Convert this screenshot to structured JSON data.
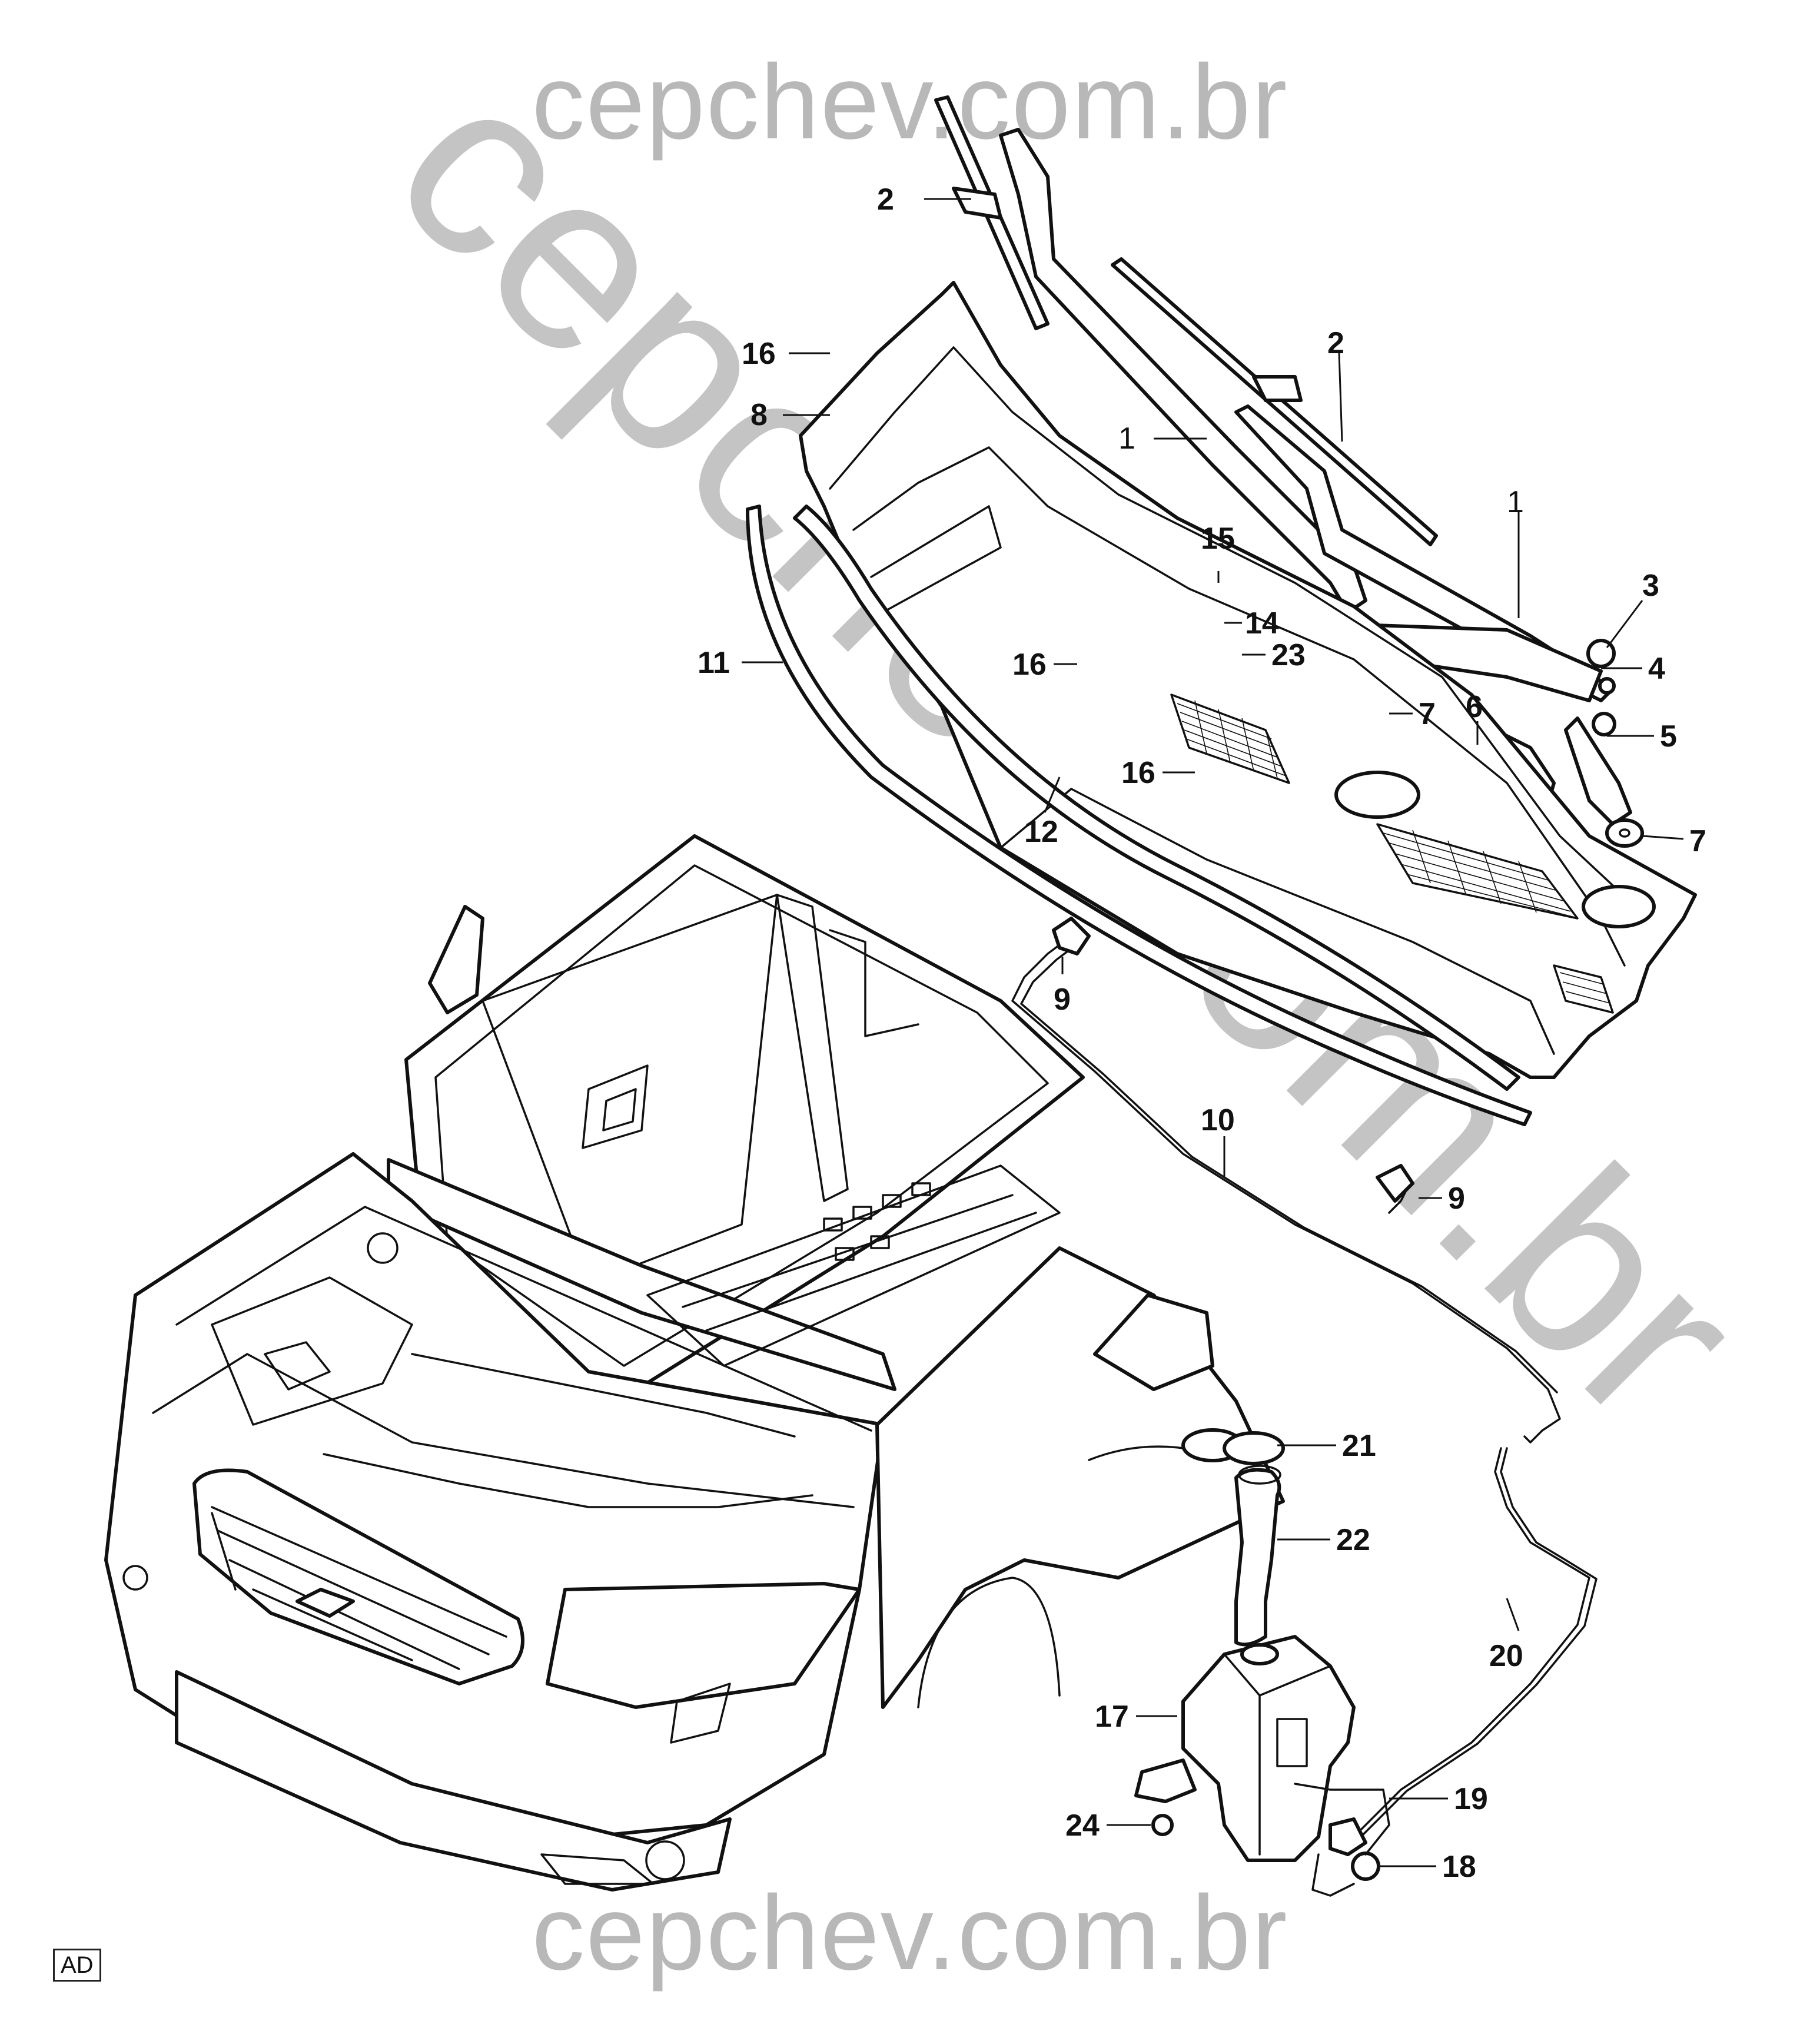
{
  "watermark": {
    "top": "cepchev.com.br",
    "bottom": "cepchev.com.br",
    "diagonal": "cepchev.com.br"
  },
  "corner_tag": "AD",
  "callouts": {
    "c1a": "1",
    "c1b": "1",
    "c2a": "2",
    "c2b": "2",
    "c3": "3",
    "c4": "4",
    "c5": "5",
    "c6": "6",
    "c7a": "7",
    "c7b": "7",
    "c8": "8",
    "c9a": "9",
    "c9b": "9",
    "c10": "10",
    "c11": "11",
    "c12": "12",
    "c14": "14",
    "c15": "15",
    "c16a": "16",
    "c16b": "16",
    "c16c": "16",
    "c17": "17",
    "c18": "18",
    "c19": "19",
    "c20": "20",
    "c21": "21",
    "c22": "22",
    "c23": "23",
    "c24": "24"
  }
}
